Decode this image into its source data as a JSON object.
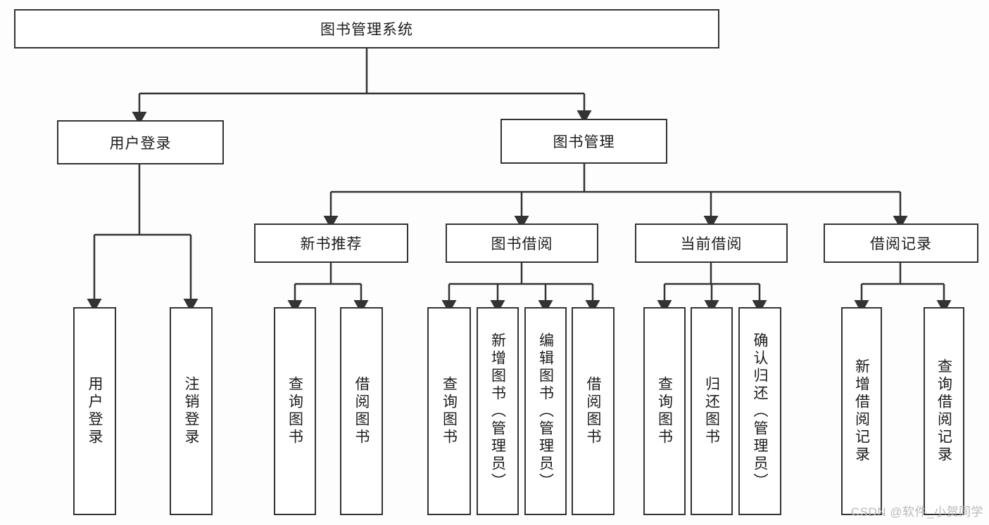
{
  "diagram": {
    "type": "tree-hierarchy",
    "title_node": {
      "label": "图书管理系统"
    },
    "level2": [
      {
        "id": "user-login",
        "label": "用户登录"
      },
      {
        "id": "book-management",
        "label": "图书管理"
      }
    ],
    "level3": [
      {
        "id": "new-book-recommend",
        "label": "新书推荐"
      },
      {
        "id": "book-borrow",
        "label": "图书借阅"
      },
      {
        "id": "current-borrow",
        "label": "当前借阅"
      },
      {
        "id": "borrow-record",
        "label": "借阅记录"
      }
    ],
    "leaves": {
      "user_login": [
        {
          "id": "leaf-user-login",
          "label": "用户登录"
        },
        {
          "id": "leaf-logout",
          "label": "注销登录"
        }
      ],
      "new_book_recommend": [
        {
          "id": "leaf-query-book-1",
          "label": "查询图书"
        },
        {
          "id": "leaf-borrow-book-1",
          "label": "借阅图书"
        }
      ],
      "book_borrow": [
        {
          "id": "leaf-query-book-2",
          "label": "查询图书"
        },
        {
          "id": "leaf-add-book",
          "label": "新增图书（管理员）"
        },
        {
          "id": "leaf-edit-book",
          "label": "编辑图书（管理员）"
        },
        {
          "id": "leaf-borrow-book-2",
          "label": "借阅图书"
        }
      ],
      "current_borrow": [
        {
          "id": "leaf-query-book-3",
          "label": "查询图书"
        },
        {
          "id": "leaf-return-book",
          "label": "归还图书"
        },
        {
          "id": "leaf-confirm-return",
          "label": "确认归还（管理员）"
        }
      ],
      "borrow_record": [
        {
          "id": "leaf-add-record",
          "label": "新增借阅记录"
        },
        {
          "id": "leaf-query-record",
          "label": "查询借阅记录"
        }
      ]
    },
    "watermark": "CSDN @软件_小贺同学",
    "colors": {
      "background": "#fdfdfd",
      "box_border": "#333333",
      "box_fill": "#ffffff",
      "connector": "#333333",
      "text": "#1c1c1c",
      "watermark": "#b9b9b9"
    }
  }
}
